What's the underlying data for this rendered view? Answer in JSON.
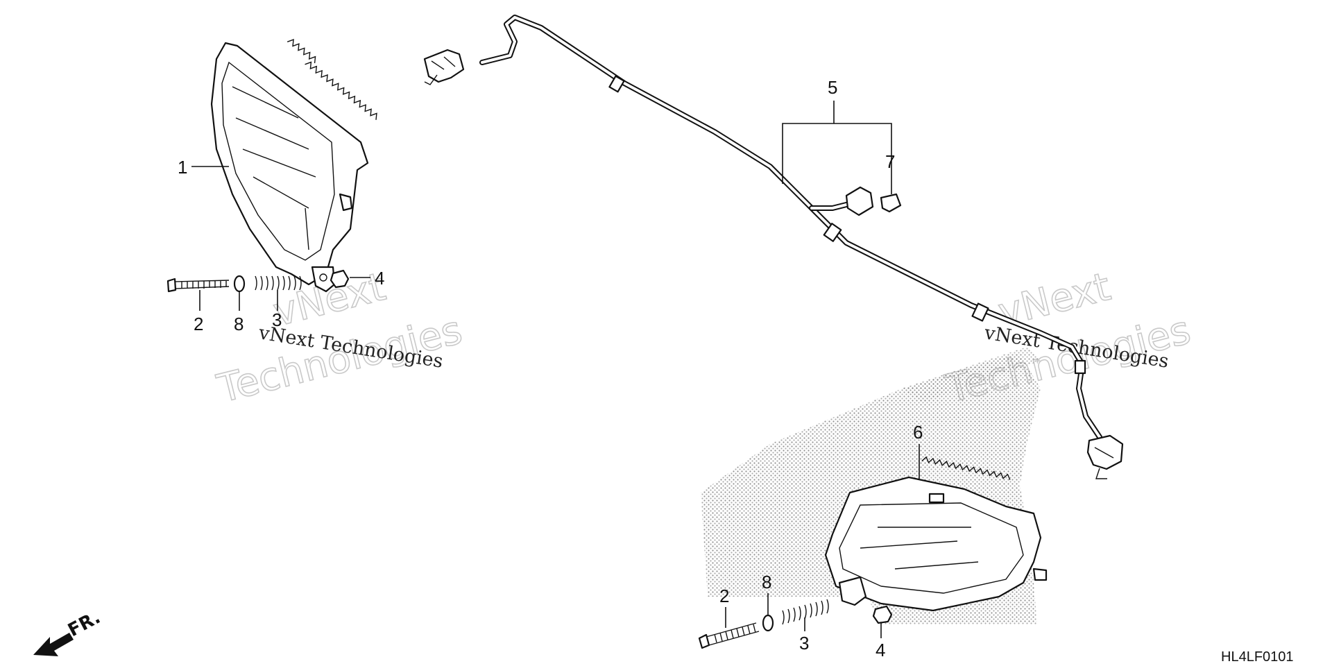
{
  "callouts": {
    "top": {
      "n1": "1",
      "n2": "2",
      "n8": "8",
      "n3": "3",
      "n4": "4"
    },
    "harness": {
      "n5": "5",
      "n7": "7"
    },
    "bottom": {
      "n6": "6",
      "n2": "2",
      "n8": "8",
      "n3": "3",
      "n4": "4"
    }
  },
  "watermarks": {
    "left_script": "vNext Technologies",
    "left_outline_1": "vNext",
    "left_outline_2": "Technologies",
    "right_script": "vNext Technologies",
    "right_outline_1": "vNext",
    "right_outline_2": "Technologies"
  },
  "direction_label": "FR.",
  "diagram_code": "HL4LF0101",
  "icons": {
    "direction": "front-direction-arrow-icon"
  }
}
